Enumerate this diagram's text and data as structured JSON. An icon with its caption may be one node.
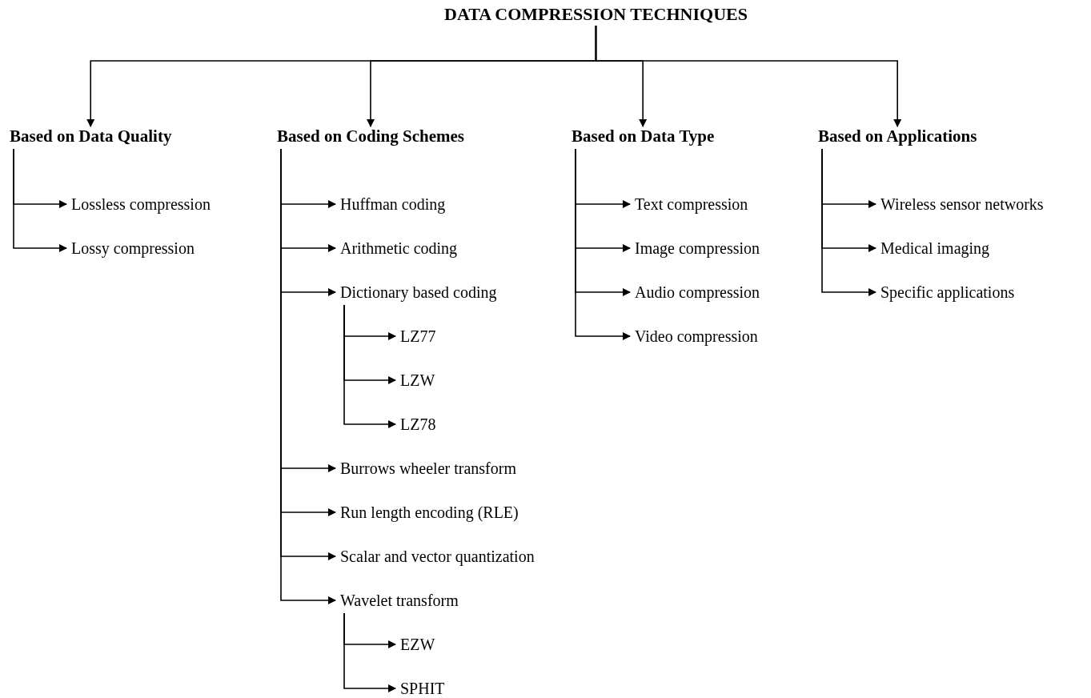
{
  "diagram": {
    "nodes": [
      {
        "text": [
          "DATA COMPRESSION TECHNIQUES"
        ]
      },
      {
        "text": [
          "Based on Data Quality"
        ]
      },
      {
        "text": [
          "Lossless compression"
        ]
      },
      {
        "text": [
          "Lossy compression"
        ]
      },
      {
        "text": [
          "Based on Coding Schemes"
        ]
      },
      {
        "text": [
          "Huffman coding"
        ]
      },
      {
        "text": [
          "Arithmetic coding"
        ]
      },
      {
        "text": [
          "Dictionary based coding"
        ]
      },
      {
        "text": [
          "LZ77"
        ]
      },
      {
        "text": [
          "LZW"
        ]
      },
      {
        "text": [
          "LZ78"
        ]
      },
      {
        "text": [
          "Burrows wheeler transform"
        ]
      },
      {
        "text": [
          "Run length encoding (RLE)"
        ]
      },
      {
        "text": [
          "Scalar and vector quantization"
        ]
      },
      {
        "text": [
          "Wavelet transform"
        ]
      },
      {
        "text": [
          "EZW"
        ]
      },
      {
        "text": [
          "SPHIT"
        ]
      },
      {
        "text": [
          "Based on Data Type"
        ]
      },
      {
        "text": [
          "Text compression"
        ]
      },
      {
        "text": [
          "Image compression"
        ]
      },
      {
        "text": [
          "Audio compression"
        ]
      },
      {
        "text": [
          "Video compression"
        ]
      },
      {
        "text": [
          "Based on Applications"
        ]
      },
      {
        "text": [
          "Wireless sensor networks"
        ]
      },
      {
        "text": [
          "Medical imaging"
        ]
      },
      {
        "text": [
          "Specific applications"
        ]
      }
    ],
    "edges": [
      {
        "from": 0,
        "to": 1,
        "arrow": "to"
      },
      {
        "from": 0,
        "to": 4,
        "arrow": "to"
      },
      {
        "from": 0,
        "to": 17,
        "arrow": "to"
      },
      {
        "from": 0,
        "to": 22,
        "arrow": "to"
      },
      {
        "from": 1,
        "to": 2,
        "arrow": "to"
      },
      {
        "from": 1,
        "to": 3,
        "arrow": "to"
      },
      {
        "from": 4,
        "to": 5,
        "arrow": "to"
      },
      {
        "from": 4,
        "to": 6,
        "arrow": "to"
      },
      {
        "from": 4,
        "to": 7,
        "arrow": "to"
      },
      {
        "from": 7,
        "to": 8,
        "arrow": "to"
      },
      {
        "from": 7,
        "to": 9,
        "arrow": "to"
      },
      {
        "from": 7,
        "to": 10,
        "arrow": "to"
      },
      {
        "from": 4,
        "to": 11,
        "arrow": "to"
      },
      {
        "from": 4,
        "to": 12,
        "arrow": "to"
      },
      {
        "from": 4,
        "to": 13,
        "arrow": "to"
      },
      {
        "from": 4,
        "to": 14,
        "arrow": "to"
      },
      {
        "from": 14,
        "to": 15,
        "arrow": "to"
      },
      {
        "from": 14,
        "to": 16,
        "arrow": "to"
      },
      {
        "from": 17,
        "to": 18,
        "arrow": "to"
      },
      {
        "from": 17,
        "to": 19,
        "arrow": "to"
      },
      {
        "from": 17,
        "to": 20,
        "arrow": "to"
      },
      {
        "from": 17,
        "to": 21,
        "arrow": "to"
      },
      {
        "from": 22,
        "to": 23,
        "arrow": "to"
      },
      {
        "from": 22,
        "to": 24,
        "arrow": "to"
      },
      {
        "from": 22,
        "to": 25,
        "arrow": "to"
      }
    ]
  }
}
